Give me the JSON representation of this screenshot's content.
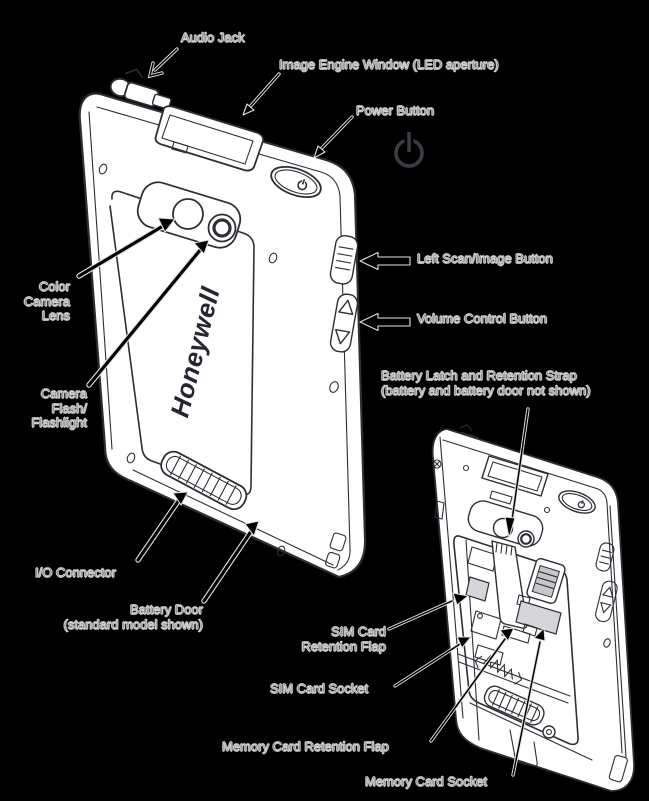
{
  "figure": {
    "type": "technical line diagram",
    "subject": "Handheld mobile computer back panel views with labeled callouts",
    "brand_logo": "Honeywell",
    "colors": {
      "background_color": "#000000",
      "line_color": "#2e2e36",
      "body_fill": "#ffffff",
      "shaded_fill": "#d6d6da",
      "label_outline_color": "#cfcfcf",
      "power_icon_color": "#3c3c45"
    }
  },
  "labels": {
    "audio_jack": "Audio Jack",
    "image_engine_window": "Image Engine Window (LED aperture)",
    "power_button": "Power Button",
    "left_scan_image_button": "Left Scan/Image Button",
    "volume_control_button": "Volume Control Button",
    "battery_latch": "Battery Latch and Retention Strap\n(battery and battery door not shown)",
    "color_camera_lens": "Color\nCamera\nLens",
    "camera_flash": "Camera\nFlash/\nFlashlight",
    "io_connector": "I/O Connector",
    "battery_door": "Battery Door\n(standard model shown)",
    "sim_card_retention_flap": "SIM Card\nRetention Flap",
    "sim_card_socket": "SIM Card Socket",
    "memory_card_retention_flap": "Memory Card Retention Flap",
    "memory_card_socket": "Memory Card Socket"
  }
}
